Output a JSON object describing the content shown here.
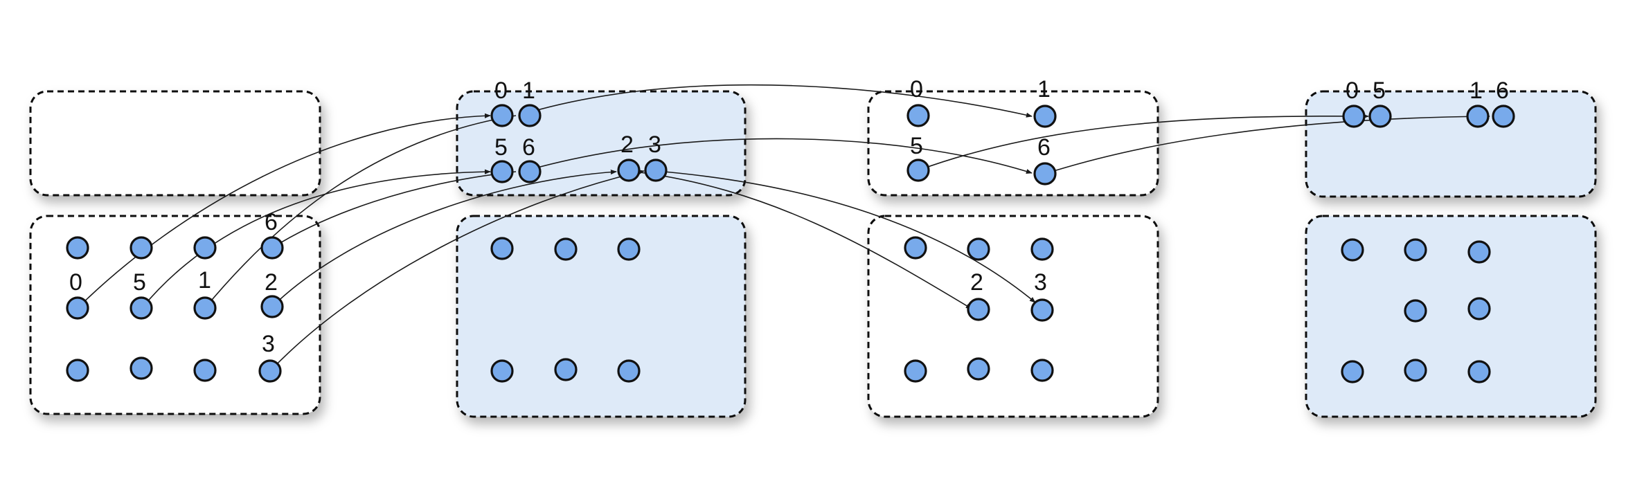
{
  "colors": {
    "node_fill": "#78aaeb",
    "panel_tint": "#deeaf8",
    "outline": "#111111",
    "edge": "#1a1a1a"
  },
  "labels": {
    "a0": "0",
    "a5": "5",
    "a1": "1",
    "a6": "6",
    "a2": "2",
    "a3": "3",
    "b0": "0",
    "b1": "1",
    "b5": "5",
    "b6": "6",
    "b2": "2",
    "b3": "3",
    "c0": "0",
    "c1": "1",
    "c5": "5",
    "c6": "6",
    "c2": "2",
    "c3": "3",
    "d0": "0",
    "d5": "5",
    "d1": "1",
    "d6": "6"
  }
}
